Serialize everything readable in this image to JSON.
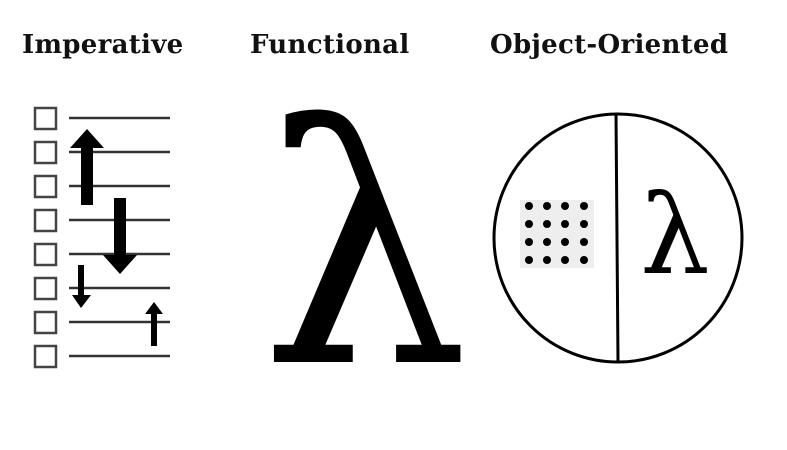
{
  "panels": [
    {
      "id": "imperative",
      "title": "Imperative",
      "icon": "checklist-with-arrows-icon"
    },
    {
      "id": "functional",
      "title": "Functional",
      "icon": "lambda-icon",
      "glyph": "λ"
    },
    {
      "id": "object-oriented",
      "title": "Object-Oriented",
      "icon": "split-circle-icon",
      "glyph": "λ"
    }
  ],
  "colors": {
    "ink": "#000000",
    "box_stroke": "#444444",
    "dot_bg": "#eeeeee"
  }
}
